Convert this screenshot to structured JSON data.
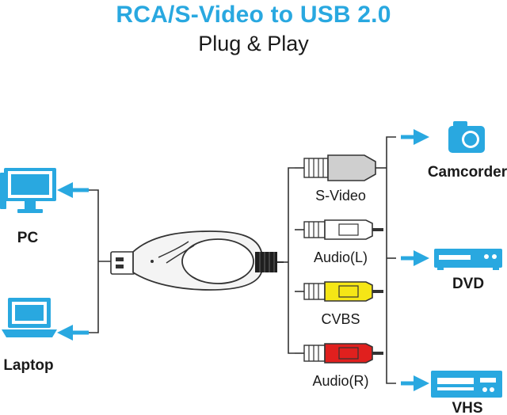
{
  "header": {
    "title": "RCA/S-Video to USB 2.0",
    "subtitle": "Plug & Play"
  },
  "left_devices": [
    {
      "label": "PC",
      "icon": "desktop-pc-icon"
    },
    {
      "label": "Laptop",
      "icon": "laptop-icon"
    }
  ],
  "connectors": [
    {
      "label": "S-Video",
      "color": "#cfcfcf"
    },
    {
      "label": "Audio(L)",
      "color": "#ffffff"
    },
    {
      "label": "CVBS",
      "color": "#f5e616"
    },
    {
      "label": "Audio(R)",
      "color": "#e0201e"
    }
  ],
  "right_devices": [
    {
      "label": "Camcorder",
      "icon": "camera-icon"
    },
    {
      "label": "DVD",
      "icon": "dvd-player-icon"
    },
    {
      "label": "VHS",
      "icon": "vhs-player-icon"
    }
  ],
  "colors": {
    "accent": "#29a8e0",
    "line": "#333333"
  }
}
